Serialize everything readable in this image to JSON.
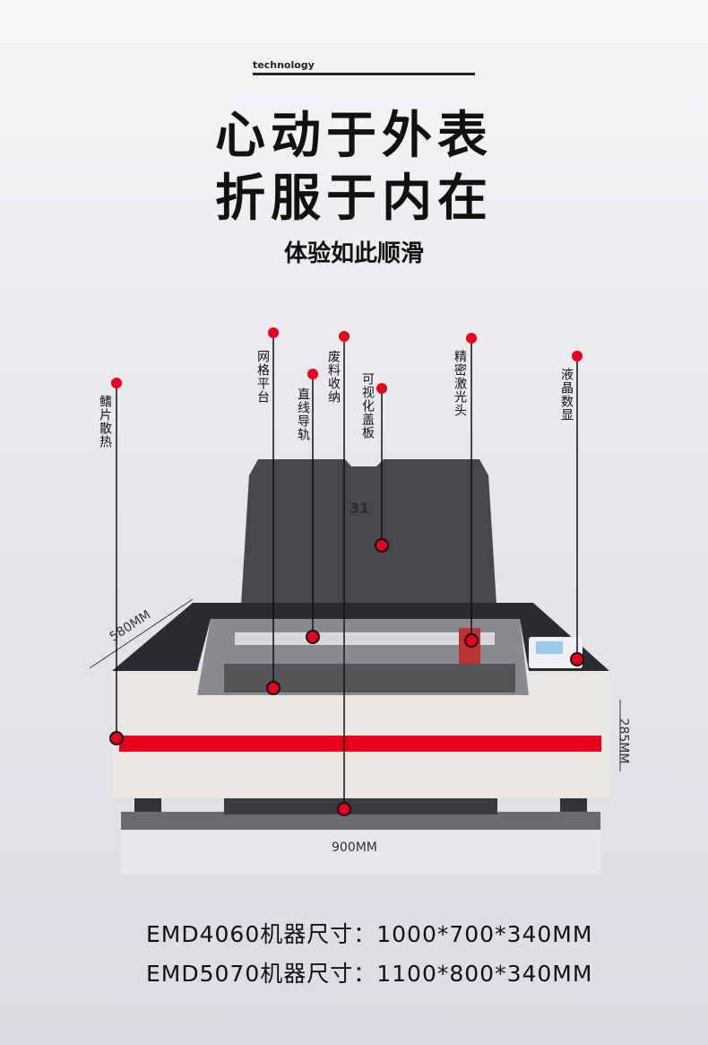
{
  "header": {
    "kicker": "technology",
    "title_line1": "心动于外表",
    "title_line2": "折服于内在",
    "subtitle": "体验如此顺滑"
  },
  "callouts": [
    {
      "label": "鳍片散热"
    },
    {
      "label": "网格平台"
    },
    {
      "label": "直线导轨"
    },
    {
      "label": "废料收纳"
    },
    {
      "label": "可视化盖板"
    },
    {
      "label": "精密激光头"
    },
    {
      "label": "液晶数显"
    }
  ],
  "dimensions": {
    "depth": "580MM",
    "height": "285MM",
    "width": "900MM"
  },
  "specs": [
    {
      "model": "EMD4060机器尺寸：",
      "size": "1000*700*340MM"
    },
    {
      "model": "EMD5070机器尺寸：",
      "size": "1100*800*340MM"
    }
  ],
  "colors": {
    "accent": "#e8001c",
    "machine_dark": "#2b2b2f"
  }
}
